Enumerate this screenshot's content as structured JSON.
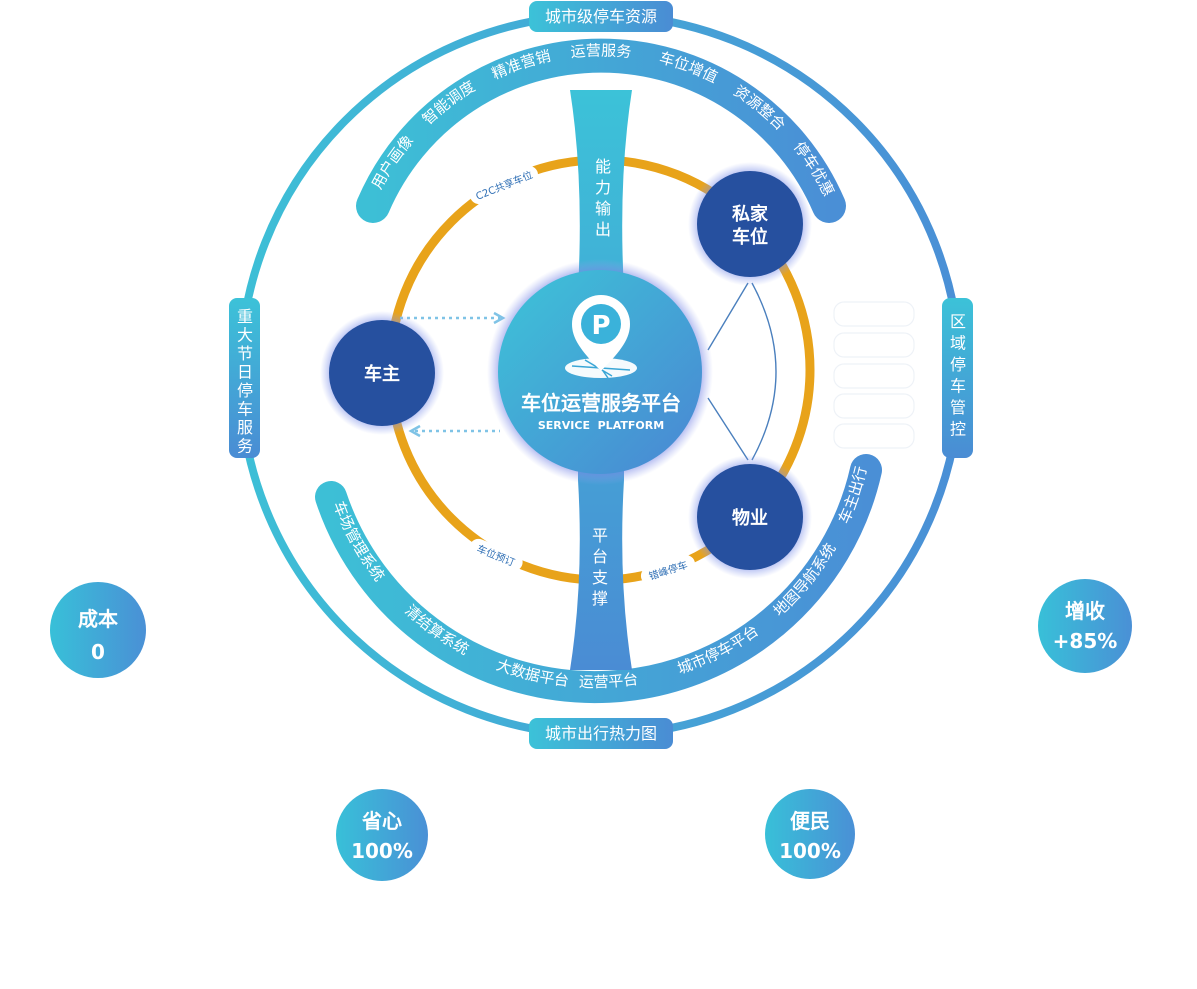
{
  "outer_ring": {
    "top_label": "城市级停车资源",
    "bottom_label": "城市出行热力图",
    "left_label": "重大节日停车服务",
    "right_label": "区域停车管控"
  },
  "top_arc": {
    "center_label": "运营服务",
    "items": [
      "用户画像",
      "智能调度",
      "精准营销",
      "车位增值",
      "资源整合",
      "停车优惠"
    ]
  },
  "bottom_arc": {
    "center_label": "运营平台",
    "items": [
      "车场管理系统",
      "清结算系统",
      "大数据平台",
      "城市停车平台",
      "地图导航系统",
      "车主出行平台"
    ]
  },
  "connectors": {
    "top": "能力输出",
    "bottom": "平台支撑"
  },
  "inner_ring_tags": {
    "c2c": "C2C共享车位",
    "booking": "车位预订",
    "off_peak": "错峰停车"
  },
  "center": {
    "title": "车位运营服务平台",
    "subtitle": "SERVICE  PLATFORM",
    "icon": "parking-pin-icon"
  },
  "nodes": {
    "owner": "车主",
    "private_spot": [
      "私家",
      "车位"
    ],
    "property": "物业"
  },
  "metrics": [
    {
      "name": "成本",
      "value": "0"
    },
    {
      "name": "增收",
      "value": "+85%"
    },
    {
      "name": "省心",
      "value": "100%"
    },
    {
      "name": "便民",
      "value": "100%"
    }
  ],
  "colors": {
    "ring_start": "#3dbfd6",
    "ring_end": "#4a90d6",
    "orange": "#e8a31a",
    "node_blue": "#26509f",
    "white": "#ffffff"
  }
}
